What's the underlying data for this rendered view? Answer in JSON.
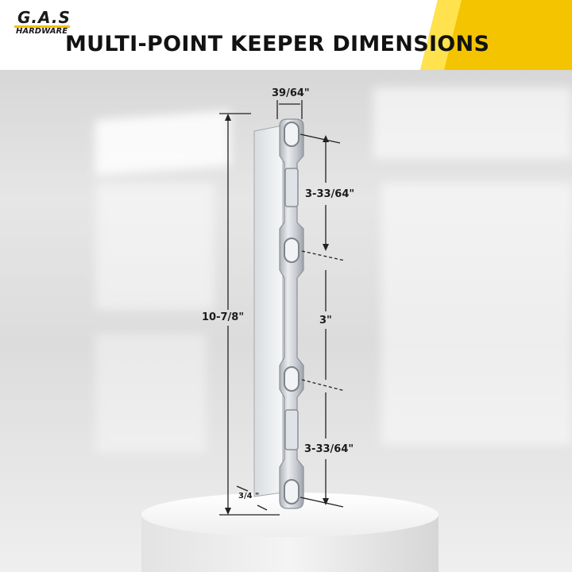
{
  "brand": {
    "logo_text": "G.A.S",
    "logo_subtext": "HARDWARE"
  },
  "header": {
    "title": "MULTI-POINT KEEPER DIMENSIONS"
  },
  "colors": {
    "accent": "#f4c400",
    "text": "#121212",
    "metal": "#c9ccd2"
  },
  "dimensions": {
    "width_top": "39/64\"",
    "spacing_upper": "3-33/64\"",
    "spacing_middle": "3\"",
    "spacing_lower": "3-33/64\"",
    "total_length": "10-7/8\"",
    "flange_width": "3/4 \""
  }
}
